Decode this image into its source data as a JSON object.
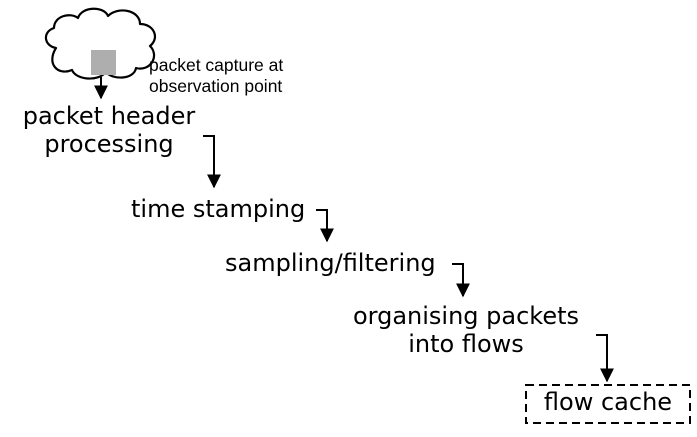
{
  "capture": {
    "line1": "packet capture at",
    "line2": "observation point"
  },
  "steps": {
    "header_processing": {
      "line1": "packet header",
      "line2": "processing"
    },
    "time_stamping": "time stamping",
    "sampling_filtering": "sampling/filtering",
    "organising": {
      "line1": "organising packets",
      "line2": "into flows"
    },
    "flow_cache": "flow cache"
  },
  "colors": {
    "line": "#000000",
    "packet_fill": "#aeaeae"
  },
  "icons": {
    "network": "cloud-icon",
    "packet": "packet-square-icon"
  }
}
